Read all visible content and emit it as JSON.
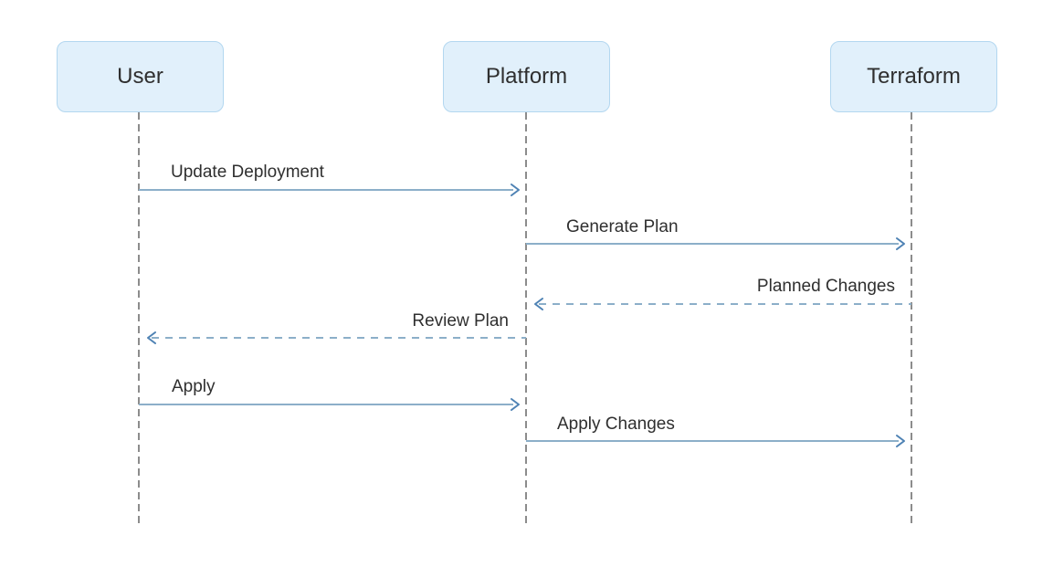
{
  "diagram": {
    "type": "sequence",
    "actors": [
      {
        "label": "User"
      },
      {
        "label": "Platform"
      },
      {
        "label": "Terraform"
      }
    ],
    "messages": [
      {
        "from": "User",
        "to": "Platform",
        "label": "Update Deployment",
        "line": "solid",
        "direction": "right"
      },
      {
        "from": "Platform",
        "to": "Terraform",
        "label": "Generate Plan",
        "line": "solid",
        "direction": "right"
      },
      {
        "from": "Terraform",
        "to": "Platform",
        "label": "Planned Changes",
        "line": "dashed",
        "direction": "left"
      },
      {
        "from": "Platform",
        "to": "User",
        "label": "Review Plan",
        "line": "dashed",
        "direction": "left"
      },
      {
        "from": "User",
        "to": "Platform",
        "label": "Apply",
        "line": "solid",
        "direction": "right"
      },
      {
        "from": "Platform",
        "to": "Terraform",
        "label": "Apply Changes",
        "line": "solid",
        "direction": "right"
      }
    ],
    "colors": {
      "background": "#ffffff",
      "actor_fill": "#e1f0fb",
      "actor_border": "#b3d7f0",
      "message_line": "#8cafc9",
      "arrowhead": "#4e82b4",
      "lifeline": "#8c8c8c",
      "text": "#2f2f2f"
    }
  }
}
